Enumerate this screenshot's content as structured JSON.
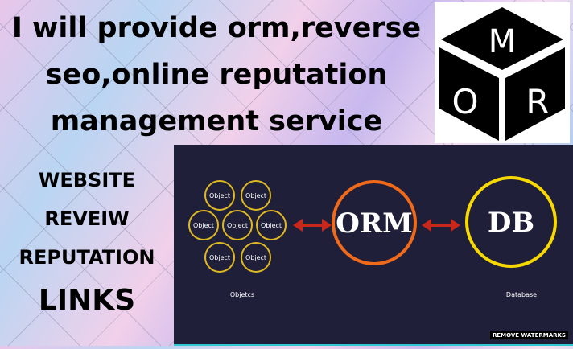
{
  "title_lines": [
    "I will provide orm,reverse",
    "seo,online reputation",
    "management service"
  ],
  "services": [
    "WEBSITE",
    "REVEIW",
    "REPUTATION",
    "LINKS"
  ],
  "logo": {
    "top": "M",
    "left": "O",
    "right": "R"
  },
  "diagram": {
    "object_label": "Object",
    "objects_count": 7,
    "orm": "ORM",
    "db": "DB",
    "objects_caption": "Objetcs",
    "db_caption": "Database",
    "colors": {
      "objects": "#e0b820",
      "orm": "#f06a1a",
      "db": "#f7d800",
      "arrow": "#c8281c"
    }
  },
  "watermark": "REMOVE WATERMARKS"
}
